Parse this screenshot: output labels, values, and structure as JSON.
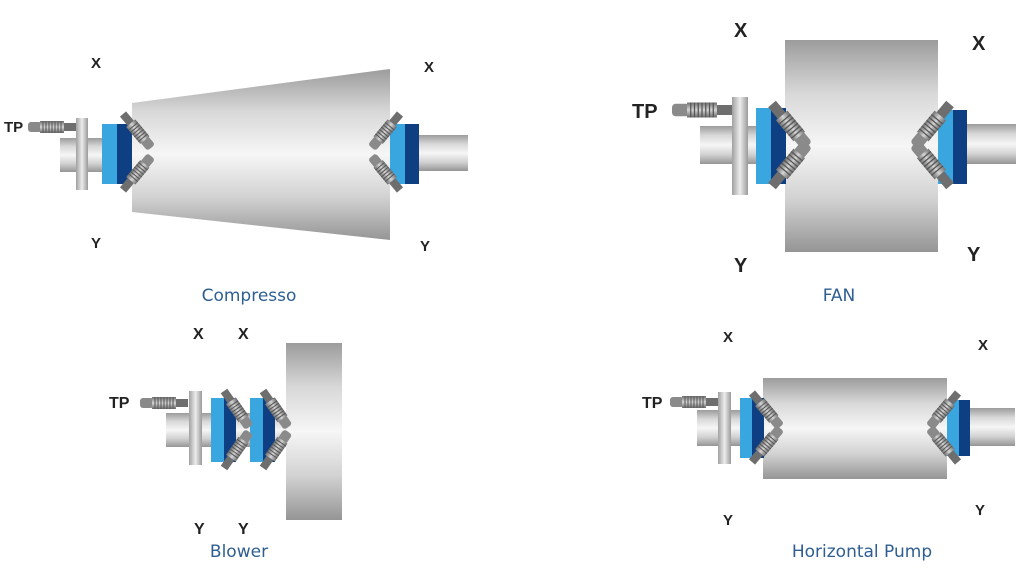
{
  "colors": {
    "flange_light": "#3aa6e0",
    "flange_dark": "#0e3f82",
    "metal": "#c8c8c8",
    "caption": "#2e5e92",
    "label": "#222222"
  },
  "machines": [
    {
      "caption": "Compresso",
      "probe_labels": {
        "tp": "TP",
        "x_left": "X",
        "y_left": "Y",
        "x_right": "X",
        "y_right": "Y"
      }
    },
    {
      "caption": "FAN",
      "probe_labels": {
        "tp": "TP",
        "x_left": "X",
        "y_left": "Y",
        "x_right": "X",
        "y_right": "Y"
      }
    },
    {
      "caption": "Blower",
      "probe_labels": {
        "tp": "TP",
        "x_left": "X",
        "y_left": "Y",
        "x_right": "X",
        "y_right": "Y"
      }
    },
    {
      "caption": "Horizontal Pump",
      "probe_labels": {
        "tp": "TP",
        "x_left": "X",
        "y_left": "Y",
        "x_right": "X",
        "y_right": "Y"
      }
    }
  ]
}
